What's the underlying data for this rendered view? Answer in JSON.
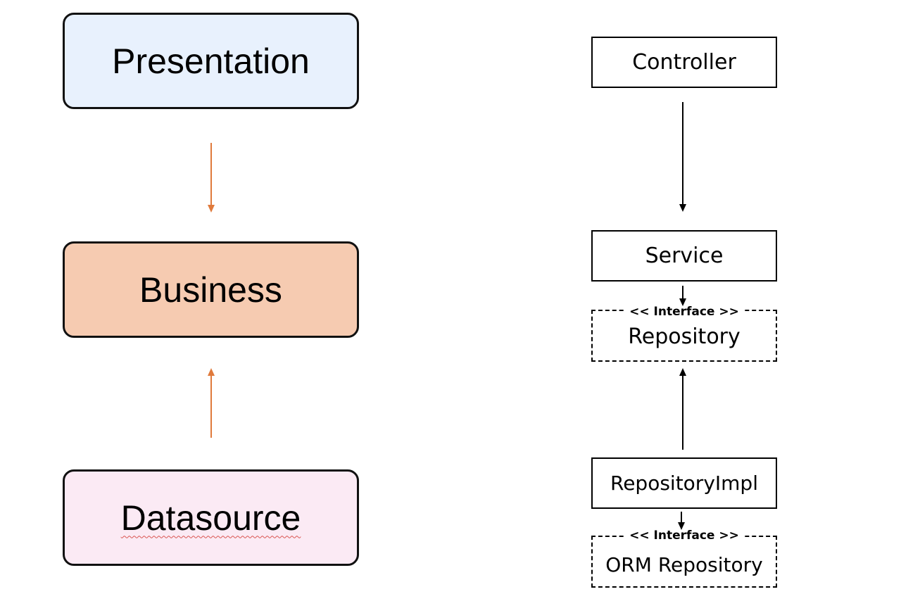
{
  "layers": {
    "presentation": "Presentation",
    "business": "Business",
    "datasource": "Datasource"
  },
  "classes": {
    "controller": "Controller",
    "service": "Service",
    "repository": {
      "stereotype": "<< Interface >>",
      "name": "Repository"
    },
    "repository_impl": "RepositoryImpl",
    "orm_repository": {
      "stereotype": "<< Interface >>",
      "name": "ORM Repository"
    }
  },
  "colors": {
    "presentation_fill": "#e8f1fd",
    "business_fill": "#f6cbb1",
    "datasource_fill": "#fbeaf4",
    "layer_arrow": "#e07a3c",
    "class_arrow": "#000000"
  }
}
